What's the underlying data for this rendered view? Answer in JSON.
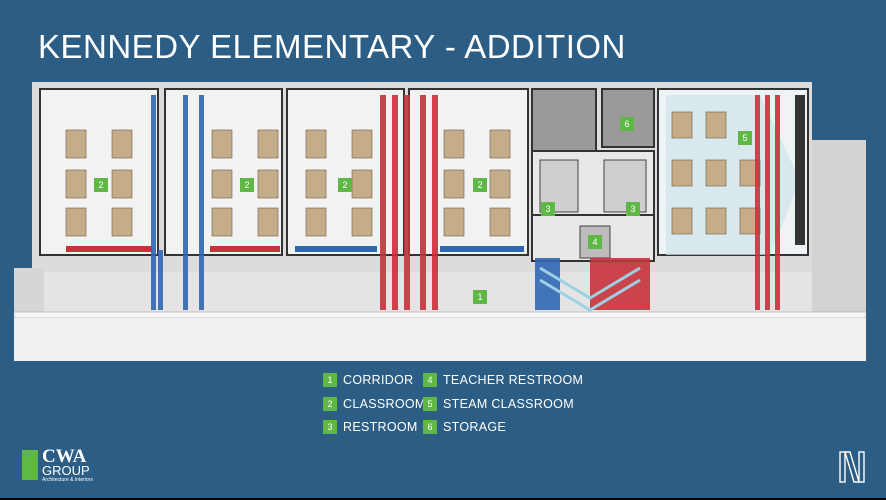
{
  "title": "KENNEDY ELEMENTARY - ADDITION",
  "room_tags": {
    "corridor": "1",
    "classroom": "2",
    "restroom": "3",
    "teacher_restroom": "4",
    "steam_classroom": "5",
    "storage": "6"
  },
  "legend": [
    {
      "num": "1",
      "label": "CORRIDOR"
    },
    {
      "num": "2",
      "label": "CLASSROOM"
    },
    {
      "num": "3",
      "label": "RESTROOM"
    },
    {
      "num": "4",
      "label": "TEACHER RESTROOM"
    },
    {
      "num": "5",
      "label": "STEAM CLASSROOM"
    },
    {
      "num": "6",
      "label": "STORAGE"
    }
  ],
  "logo": {
    "wordmark": "CWA",
    "sub": "GROUP",
    "tagline": "Architecture & Interiors",
    "right_mark": "N"
  },
  "colors": {
    "background": "#2c5d84",
    "tag_green": "#5fb845",
    "stripe_red": "#c8323a",
    "stripe_blue": "#2f67b4",
    "floor": "#eeeeee",
    "desk": "#c5ad8a"
  }
}
